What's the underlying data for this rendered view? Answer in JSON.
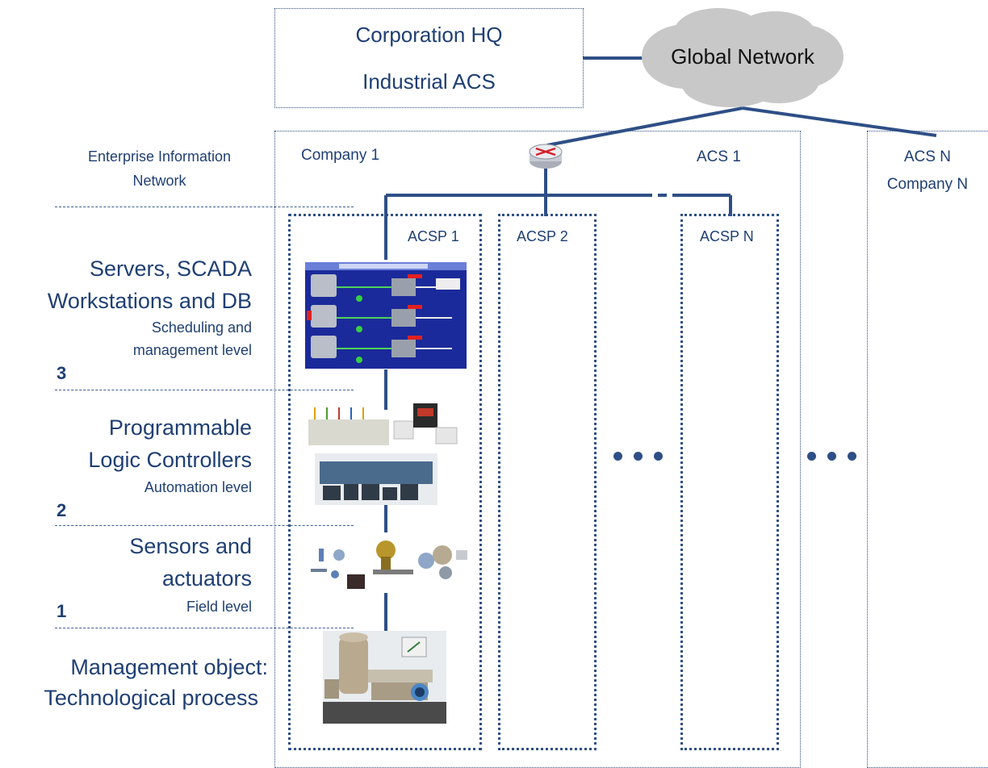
{
  "hq": {
    "line1": "Corporation HQ",
    "line2": "Industrial ACS"
  },
  "global_network": "Global Network",
  "enterprise": {
    "line1": "Enterprise Information",
    "line2": "Network"
  },
  "company1": "Company 1",
  "acs1": "ACS 1",
  "acsn": {
    "line1": "ACS N",
    "line2": "Company N"
  },
  "acsp": [
    "ACSP 1",
    "ACSP 2",
    "ACSP N"
  ],
  "levels": {
    "servers": {
      "line1": "Servers, SCADA",
      "line2": "Workstations and DB",
      "sub1": "Scheduling and",
      "sub2": "management level",
      "num": "3"
    },
    "plc": {
      "line1": "Programmable",
      "line2": "Logic Controllers",
      "sub": "Automation level",
      "num": "2"
    },
    "sensors": {
      "line1": "Sensors and",
      "line2": "actuators",
      "sub": "Field level",
      "num": "1"
    },
    "object": {
      "line1": "Management object:",
      "line2": "Technological process"
    }
  },
  "colors": {
    "primary": "#1f3f73",
    "line": "#2e4f86",
    "cloud": "#c8c8c8",
    "scada_bg": "#1b2a9a"
  }
}
